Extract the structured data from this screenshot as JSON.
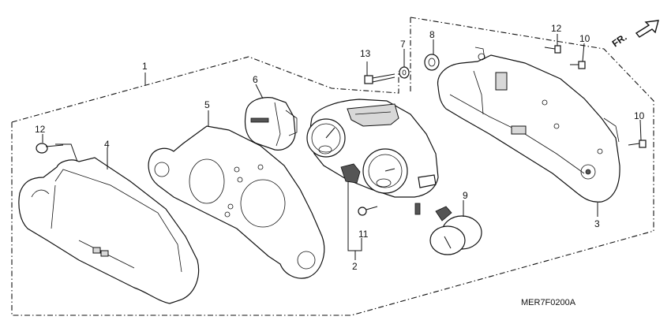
{
  "callouts": {
    "c1": "1",
    "c2": "2",
    "c3": "3",
    "c4": "4",
    "c5": "5",
    "c6": "6",
    "c7": "7",
    "c8": "8",
    "c9": "9",
    "c10a": "10",
    "c10b": "10",
    "c11": "11",
    "c12a": "12",
    "c12b": "12",
    "c13": "13"
  },
  "direction_label": "FR.",
  "diagram_code": "MER7F0200A",
  "icons": {
    "direction_arrow": "arrow-up-right-icon"
  }
}
